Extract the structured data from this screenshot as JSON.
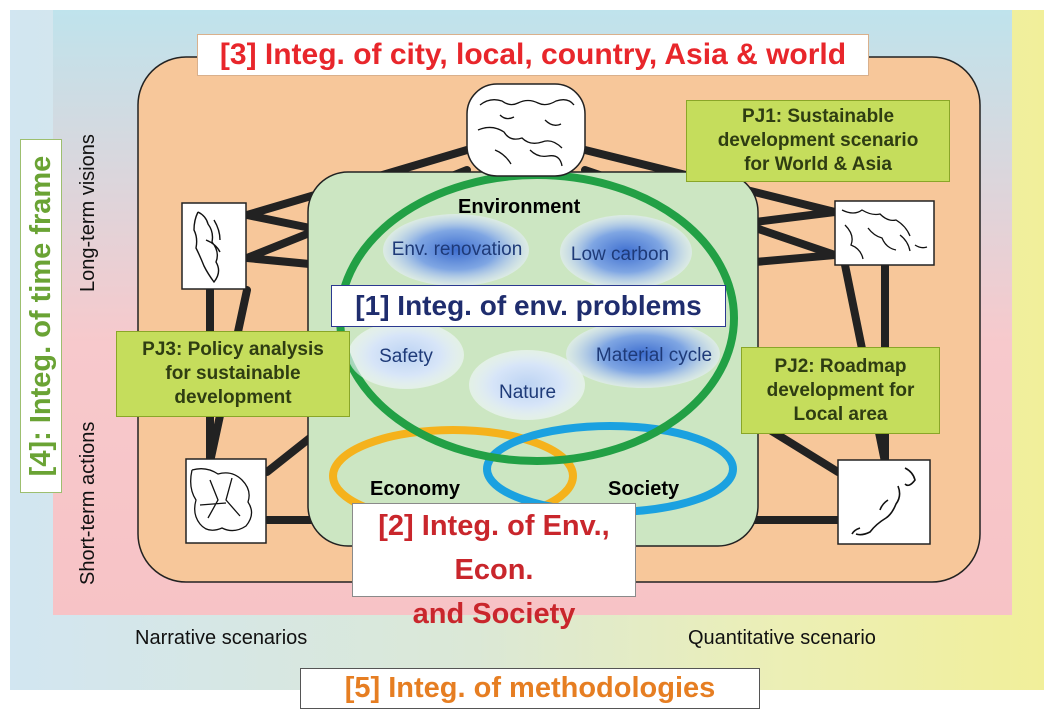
{
  "titles": {
    "t3": "[3] Integ. of city, local, country, Asia & world",
    "t1": "[1] Integ. of env. problems",
    "t2_line1": "[2] Integ. of Env., Econ.",
    "t2_line2": "and Society",
    "t4": "[4]: Integ. of time frame",
    "t5": "[5] Integ. of methodologies"
  },
  "projects": {
    "pj1_line1": "PJ1: Sustainable",
    "pj1_line2": "development scenario",
    "pj1_line3": "for World & Asia",
    "pj2_line1": "PJ2: Roadmap",
    "pj2_line2": "development for",
    "pj2_line3": "Local area",
    "pj3_line1": "PJ3: Policy analysis",
    "pj3_line2": "for sustainable",
    "pj3_line3": "development"
  },
  "time_frame": {
    "long": "Long-term visions",
    "short": "Short-term actions"
  },
  "methods": {
    "narrative": "Narrative scenarios",
    "quantitative": "Quantitative scenario"
  },
  "environment": {
    "label": "Environment",
    "items": [
      "Env. renovation",
      "Low carbon",
      "Safety",
      "Nature",
      "Material cycle"
    ]
  },
  "pillars": {
    "economy": "Economy",
    "society": "Society"
  },
  "colors": {
    "t3_text": "#e8262b",
    "t1_text": "#1f2d6e",
    "t2_text": "#c9262c",
    "t4_text": "#6aa334",
    "t5_text": "#e67e22",
    "env_ring": "#22a045",
    "economy_ring": "#f5b21c",
    "society_ring": "#1ba1e0",
    "pj_fill": "#c5dd5c",
    "outer_box": "#f7c79a"
  }
}
